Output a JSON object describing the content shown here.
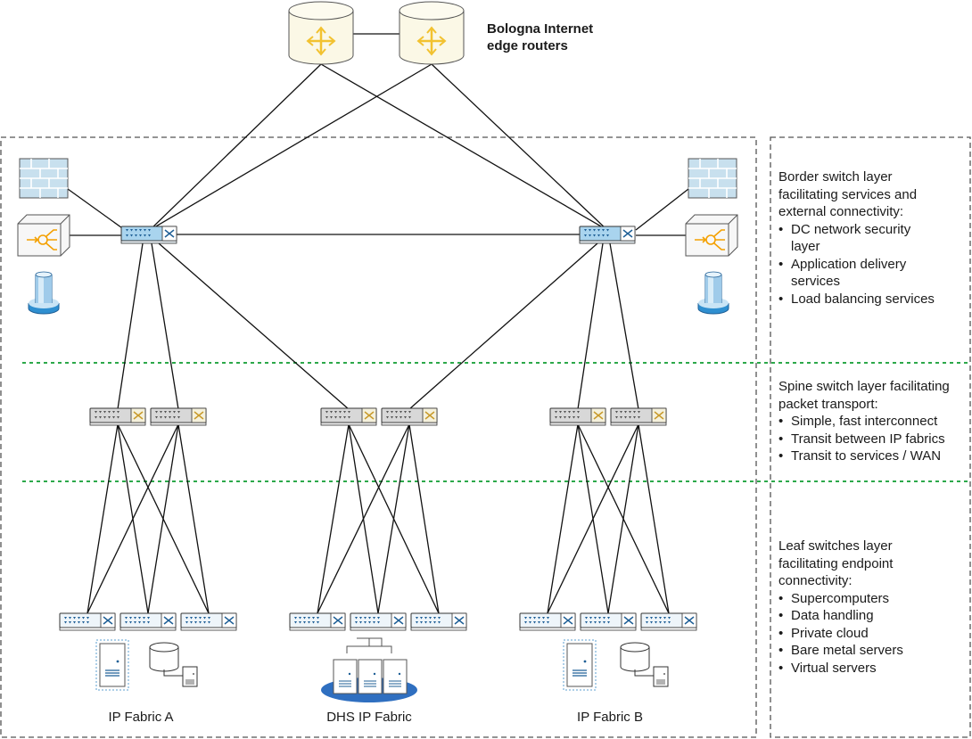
{
  "edge_routers": {
    "title_line1": "Bologna Internet",
    "title_line2": "edge routers"
  },
  "border_layer": {
    "heading": [
      "Border switch layer",
      "facilitating services and",
      "external connectivity:"
    ],
    "items": [
      "DC network security",
      "layer",
      "Application delivery",
      "services",
      "Load balancing services"
    ]
  },
  "spine_layer": {
    "heading": [
      "Spine switch layer facilitating",
      "packet transport:"
    ],
    "items": [
      "Simple, fast interconnect",
      "Transit between IP fabrics",
      "Transit to services / WAN"
    ]
  },
  "leaf_layer": {
    "heading": [
      "Leaf switches layer",
      "facilitating endpoint",
      "connectivity:"
    ],
    "items": [
      "Supercomputers",
      "Data handling",
      "Private cloud",
      "Bare metal servers",
      "Virtual servers"
    ]
  },
  "fabrics": {
    "a": "IP Fabric A",
    "dhs": "DHS IP Fabric",
    "b": "IP Fabric B"
  },
  "colors": {
    "switch_blue": "#a9d4ee",
    "switch_gray": "#d8d8d8",
    "router": "#fbf8e6",
    "router_arrows": "#f2c230",
    "security": "#c8e0ee",
    "load_balancer": "#f4a000",
    "divider": "#2ca84a"
  },
  "icons": [
    "router-icon",
    "switch-icon",
    "firewall-icon",
    "load-balancer-icon",
    "storage-icon",
    "server-icon",
    "database-icon",
    "cloud-server-icon"
  ]
}
